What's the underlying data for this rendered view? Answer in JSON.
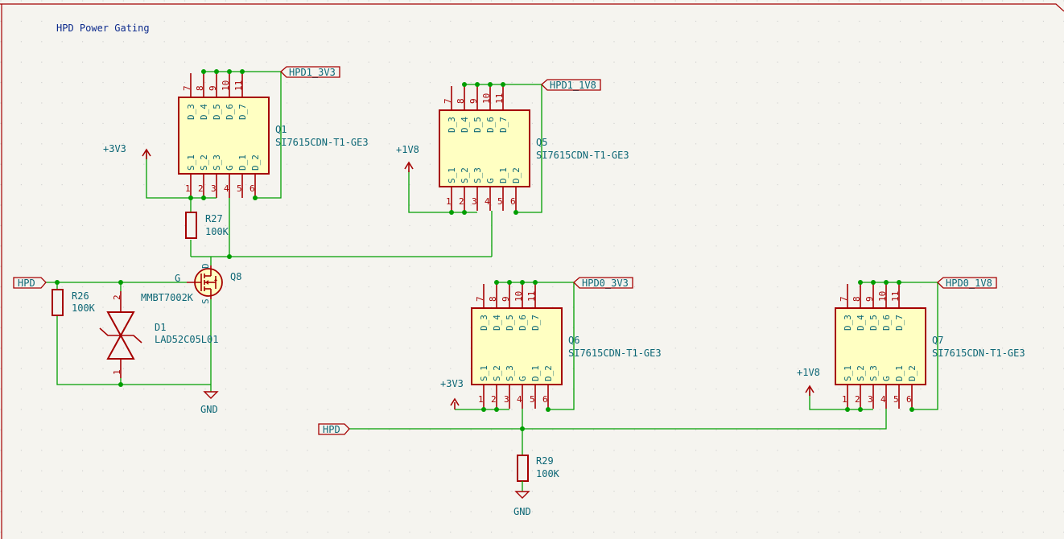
{
  "sheet": {
    "title": "HPD Power Gating"
  },
  "colors": {
    "background": "#f5f4ef",
    "wire": "#009e00",
    "component": "#a50000",
    "component_fill": "#ffffc2",
    "text": "#0c6675",
    "title": "#0c2a8c"
  },
  "mosfet_pins": {
    "top_nums": [
      "7",
      "8",
      "9",
      "10",
      "11"
    ],
    "top_names": [
      "D_3",
      "D_4",
      "D_5",
      "D_6",
      "D_7"
    ],
    "bottom_nums": [
      "1",
      "2",
      "3",
      "4",
      "5",
      "6"
    ],
    "bottom_names": [
      "S_1",
      "S_2",
      "S_3",
      "G",
      "D_1",
      "D_2"
    ]
  },
  "q1": {
    "ref": "Q1",
    "value": "SI7615CDN-T1-GE3",
    "label": "HPD1_3V3",
    "power": "+3V3"
  },
  "q5": {
    "ref": "Q5",
    "value": "SI7615CDN-T1-GE3",
    "label": "HPD1_1V8",
    "power": "+1V8"
  },
  "q6": {
    "ref": "Q6",
    "value": "SI7615CDN-T1-GE3",
    "label": "HPD0_3V3",
    "power": "+3V3"
  },
  "q7": {
    "ref": "Q7",
    "value": "SI7615CDN-T1-GE3",
    "label": "HPD0_1V8",
    "power": "+1V8"
  },
  "q8": {
    "ref": "Q8",
    "value": "MMBT7002K",
    "gate_label": "G",
    "pins": [
      "D",
      "S"
    ]
  },
  "r27": {
    "ref": "R27",
    "value": "100K"
  },
  "r26": {
    "ref": "R26",
    "value": "100K"
  },
  "r29": {
    "ref": "R29",
    "value": "100K"
  },
  "d1": {
    "ref": "D1",
    "value": "LAD52C05L01",
    "pin_top": "2",
    "pin_bottom": "1"
  },
  "hpd_left": {
    "label": "HPD"
  },
  "hpd_bottom": {
    "label": "HPD"
  },
  "gnd_left": {
    "label": "GND"
  },
  "gnd_bottom": {
    "label": "GND"
  }
}
